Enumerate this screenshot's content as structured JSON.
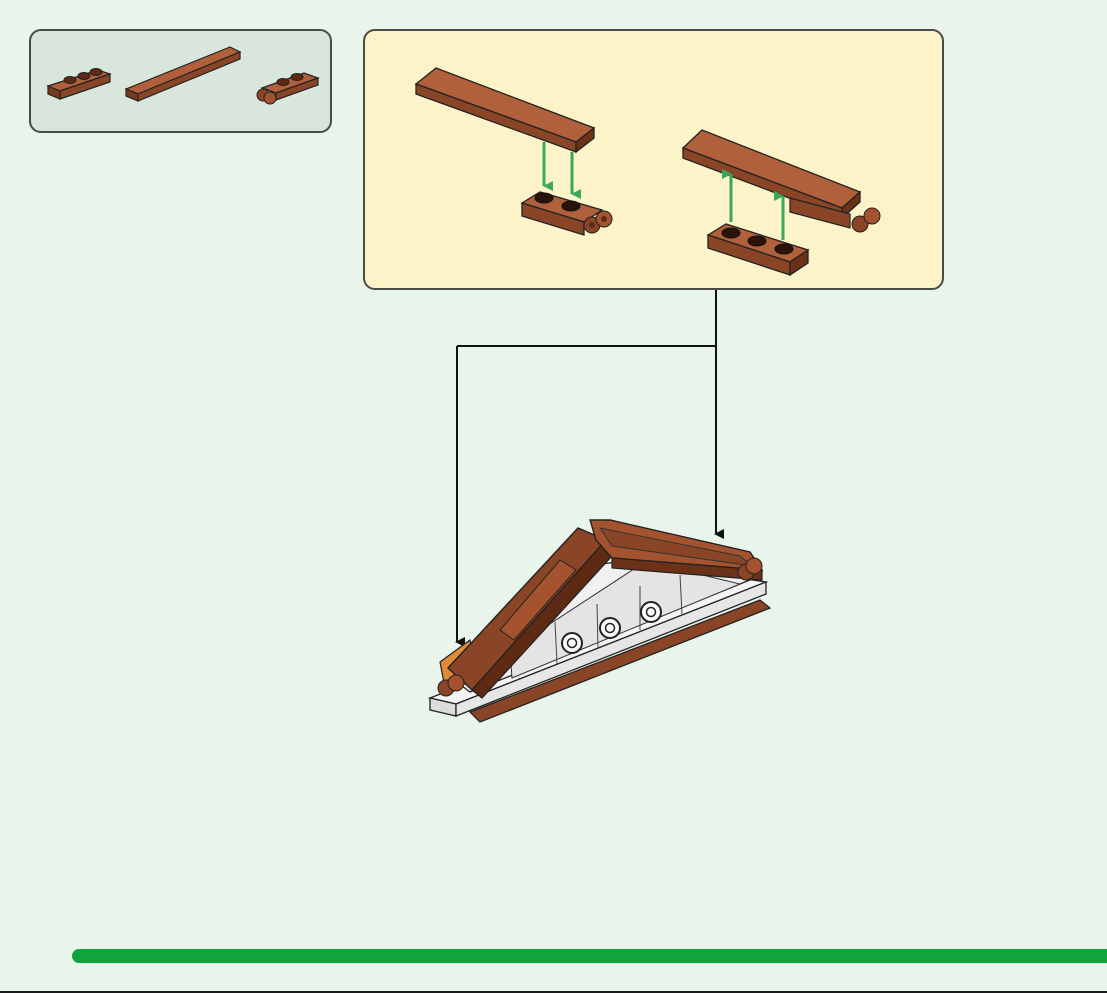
{
  "colors": {
    "page_background": "#e9f4ea",
    "parts_panel_fill": "#d9e6dc",
    "substep_panel_fill": "#fcf4c8",
    "panel_border": "#4a4a4a",
    "brick_reddish_brown": "#8a4526",
    "brick_reddish_brown_dark": "#5e2a14",
    "brick_reddish_brown_light": "#b0603a",
    "brick_orange": "#e08a3c",
    "brick_white": "#f4f4f4",
    "brick_light_gray": "#d6d6d6",
    "stud_dark": "#2a1308",
    "motion_arrow": "#3aa85a",
    "callout_line": "#111111",
    "progress_bar": "#10a53c"
  },
  "parts_list": {
    "items": [
      {
        "name": "plate-1x2-reddish-brown",
        "icon": "plate-1x2-icon"
      },
      {
        "name": "tile-1x6-reddish-brown",
        "icon": "tile-1x6-icon"
      },
      {
        "name": "hinge-plate-1x2-reddish-brown",
        "icon": "hinge-plate-icon"
      }
    ]
  },
  "substep": {
    "left_assembly": {
      "tile": "tile-1x6",
      "plate": "hinge-plate-1x2",
      "arrow_direction": "down"
    },
    "right_assembly": {
      "tile": "tile-1x6",
      "plate": "plate-1x2",
      "arrow_direction": "up"
    }
  },
  "main_model": {
    "name": "roof-gable-assembly",
    "callout_targets": 2
  },
  "progress": {
    "fraction": 1.0
  }
}
